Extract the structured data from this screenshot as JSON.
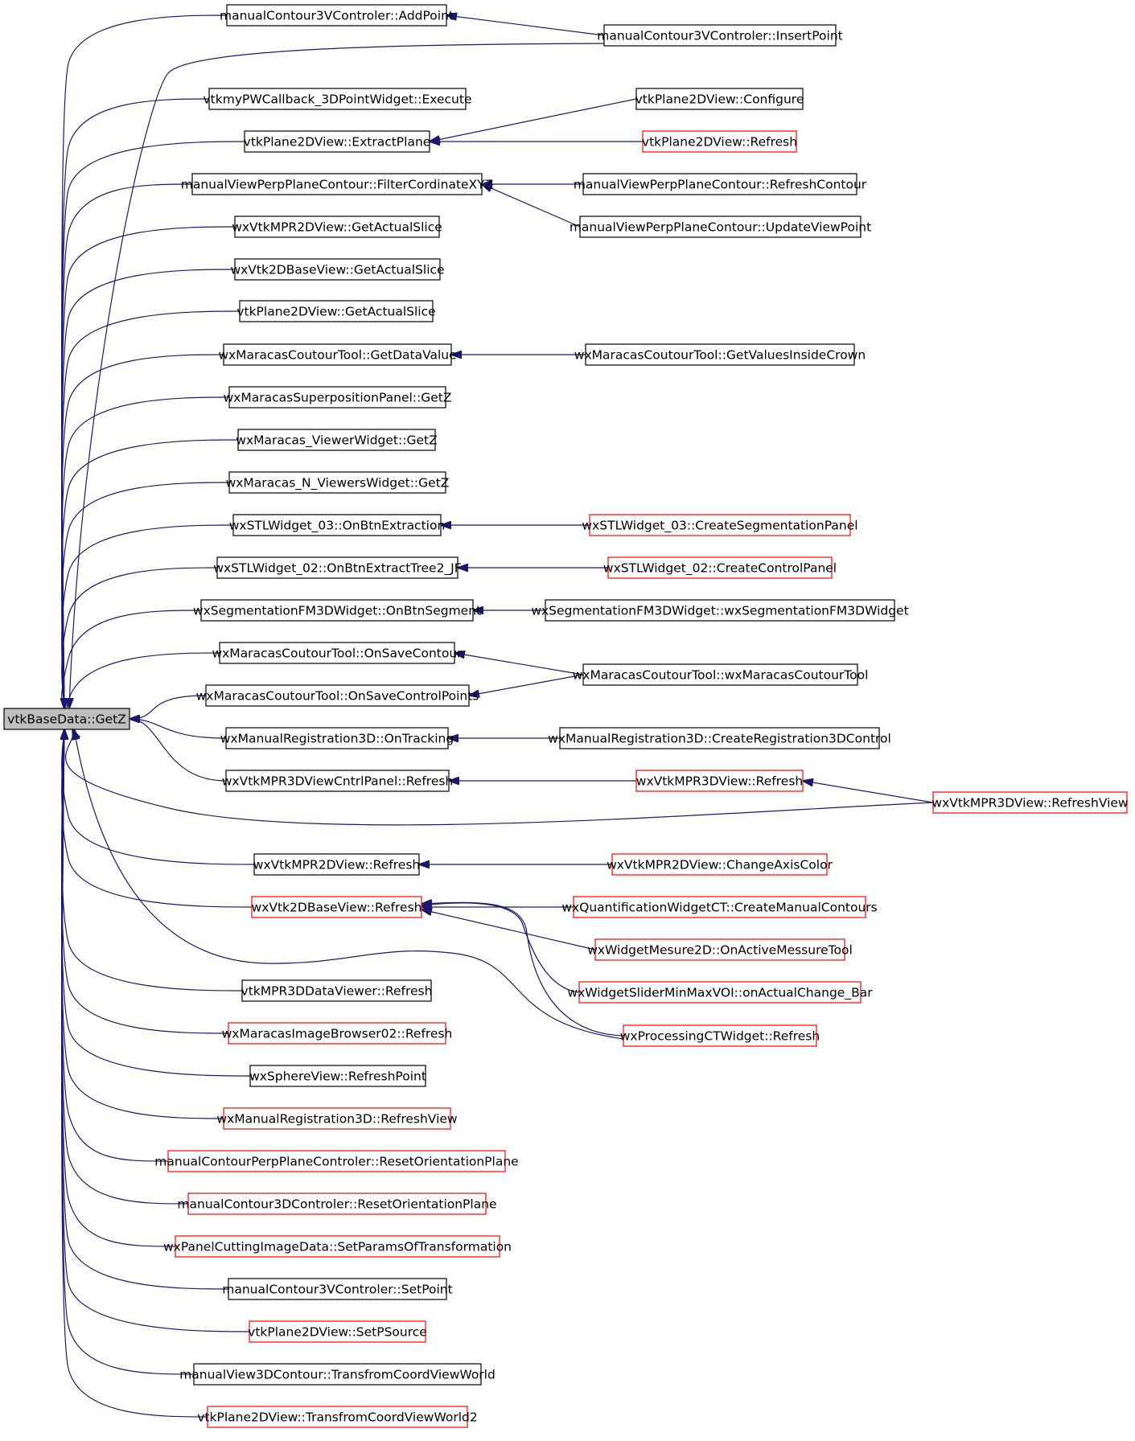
{
  "colors": {
    "edge": "#191970",
    "normal_border": "#000000",
    "truncated_border": "#ff0000",
    "root_fill": "#bfbfbf",
    "background": "#ffffff"
  },
  "graph": {
    "root": "vtkBaseData::GetZ",
    "nodes": [
      {
        "id": "root",
        "label": "vtkBaseData::GetZ",
        "style": "root"
      },
      {
        "id": "n1",
        "label": "manualContour3VControler::AddPoint",
        "style": "normal"
      },
      {
        "id": "n2",
        "label": "vtkmyPWCallback_3DPointWidget::Execute",
        "style": "normal"
      },
      {
        "id": "n3",
        "label": "vtkPlane2DView::ExtractPlane",
        "style": "normal"
      },
      {
        "id": "n4",
        "label": "manualViewPerpPlaneContour::FilterCordinateXYZ",
        "style": "normal"
      },
      {
        "id": "n5",
        "label": "wxVtkMPR2DView::GetActualSlice",
        "style": "normal"
      },
      {
        "id": "n6",
        "label": "wxVtk2DBaseView::GetActualSlice",
        "style": "normal"
      },
      {
        "id": "n7",
        "label": "vtkPlane2DView::GetActualSlice",
        "style": "normal"
      },
      {
        "id": "n8",
        "label": "wxMaracasCoutourTool::GetDataValue",
        "style": "normal"
      },
      {
        "id": "n9",
        "label": "wxMaracasSuperpositionPanel::GetZ",
        "style": "normal"
      },
      {
        "id": "n10",
        "label": "wxMaracas_ViewerWidget::GetZ",
        "style": "normal"
      },
      {
        "id": "n11",
        "label": "wxMaracas_N_ViewersWidget::GetZ",
        "style": "normal"
      },
      {
        "id": "n12",
        "label": "wxSTLWidget_03::OnBtnExtraction",
        "style": "normal"
      },
      {
        "id": "n13",
        "label": "wxSTLWidget_02::OnBtnExtractTree2_JF",
        "style": "normal"
      },
      {
        "id": "n14",
        "label": "wxSegmentationFM3DWidget::OnBtnSegment",
        "style": "normal"
      },
      {
        "id": "n15",
        "label": "wxMaracasCoutourTool::OnSaveContour",
        "style": "normal"
      },
      {
        "id": "n16",
        "label": "wxMaracasCoutourTool::OnSaveControlPoints",
        "style": "normal"
      },
      {
        "id": "n17",
        "label": "wxManualRegistration3D::OnTracking",
        "style": "normal"
      },
      {
        "id": "n18",
        "label": "wxVtkMPR3DViewCntrlPanel::Refresh",
        "style": "normal"
      },
      {
        "id": "n19",
        "label": "wxVtkMPR2DView::Refresh",
        "style": "normal"
      },
      {
        "id": "n20",
        "label": "wxVtk2DBaseView::Refresh",
        "style": "red"
      },
      {
        "id": "n21",
        "label": "vtkMPR3DDataViewer::Refresh",
        "style": "normal"
      },
      {
        "id": "n22",
        "label": "wxMaracasImageBrowser02::Refresh",
        "style": "red"
      },
      {
        "id": "n23",
        "label": "wxSphereView::RefreshPoint",
        "style": "normal"
      },
      {
        "id": "n24",
        "label": "wxManualRegistration3D::RefreshView",
        "style": "red"
      },
      {
        "id": "n25",
        "label": "manualContourPerpPlaneControler::ResetOrientationPlane",
        "style": "red"
      },
      {
        "id": "n26",
        "label": "manualContour3DControler::ResetOrientationPlane",
        "style": "red"
      },
      {
        "id": "n27",
        "label": "wxPanelCuttingImageData::SetParamsOfTransformation",
        "style": "red"
      },
      {
        "id": "n28",
        "label": "manualContour3VControler::SetPoint",
        "style": "normal"
      },
      {
        "id": "n29",
        "label": "vtkPlane2DView::SetPSource",
        "style": "red"
      },
      {
        "id": "n30",
        "label": "manualView3DContour::TransfromCoordViewWorld",
        "style": "normal"
      },
      {
        "id": "n31",
        "label": "vtkPlane2DView::TransfromCoordViewWorld2",
        "style": "red"
      },
      {
        "id": "m1",
        "label": "manualContour3VControler::InsertPoint",
        "style": "normal"
      },
      {
        "id": "m2",
        "label": "vtkPlane2DView::Configure",
        "style": "normal"
      },
      {
        "id": "m3",
        "label": "vtkPlane2DView::Refresh",
        "style": "red"
      },
      {
        "id": "m4",
        "label": "manualViewPerpPlaneContour::RefreshContour",
        "style": "normal"
      },
      {
        "id": "m5",
        "label": "manualViewPerpPlaneContour::UpdateViewPoint",
        "style": "normal"
      },
      {
        "id": "m6",
        "label": "wxMaracasCoutourTool::GetValuesInsideCrown",
        "style": "normal"
      },
      {
        "id": "m7",
        "label": "wxSTLWidget_03::CreateSegmentationPanel",
        "style": "red"
      },
      {
        "id": "m8",
        "label": "wxSTLWidget_02::CreateControlPanel",
        "style": "red"
      },
      {
        "id": "m9",
        "label": "wxSegmentationFM3DWidget::wxSegmentationFM3DWidget",
        "style": "normal"
      },
      {
        "id": "m10",
        "label": "wxMaracasCoutourTool::wxMaracasCoutourTool",
        "style": "normal"
      },
      {
        "id": "m11",
        "label": "wxManualRegistration3D::CreateRegistration3DControl",
        "style": "normal"
      },
      {
        "id": "m12",
        "label": "wxVtkMPR3DView::Refresh",
        "style": "red"
      },
      {
        "id": "m13",
        "label": "wxVtkMPR2DView::ChangeAxisColor",
        "style": "red"
      },
      {
        "id": "m14",
        "label": "wxQuantificationWidgetCT::CreateManualContours",
        "style": "red"
      },
      {
        "id": "m15",
        "label": "wxWidgetMesure2D::OnActiveMessureTool",
        "style": "red"
      },
      {
        "id": "m16",
        "label": "wxWidgetSliderMinMaxVOI::onActualChange_Bar",
        "style": "red"
      },
      {
        "id": "m17",
        "label": "wxProcessingCTWidget::Refresh",
        "style": "red"
      },
      {
        "id": "r1",
        "label": "wxVtkMPR3DView::RefreshView",
        "style": "red"
      }
    ],
    "edges": [
      {
        "from": "n1",
        "to": "root"
      },
      {
        "from": "n2",
        "to": "root"
      },
      {
        "from": "n3",
        "to": "root"
      },
      {
        "from": "n4",
        "to": "root"
      },
      {
        "from": "n5",
        "to": "root"
      },
      {
        "from": "n6",
        "to": "root"
      },
      {
        "from": "n7",
        "to": "root"
      },
      {
        "from": "n8",
        "to": "root"
      },
      {
        "from": "n9",
        "to": "root"
      },
      {
        "from": "n10",
        "to": "root"
      },
      {
        "from": "n11",
        "to": "root"
      },
      {
        "from": "n12",
        "to": "root"
      },
      {
        "from": "n13",
        "to": "root"
      },
      {
        "from": "n14",
        "to": "root"
      },
      {
        "from": "n15",
        "to": "root"
      },
      {
        "from": "n16",
        "to": "root"
      },
      {
        "from": "n17",
        "to": "root"
      },
      {
        "from": "n18",
        "to": "root"
      },
      {
        "from": "n19",
        "to": "root"
      },
      {
        "from": "n20",
        "to": "root"
      },
      {
        "from": "n21",
        "to": "root"
      },
      {
        "from": "n22",
        "to": "root"
      },
      {
        "from": "n23",
        "to": "root"
      },
      {
        "from": "n24",
        "to": "root"
      },
      {
        "from": "n25",
        "to": "root"
      },
      {
        "from": "n26",
        "to": "root"
      },
      {
        "from": "n27",
        "to": "root"
      },
      {
        "from": "n28",
        "to": "root"
      },
      {
        "from": "n29",
        "to": "root"
      },
      {
        "from": "n30",
        "to": "root"
      },
      {
        "from": "n31",
        "to": "root"
      },
      {
        "from": "m1",
        "to": "root"
      },
      {
        "from": "m1",
        "to": "n1"
      },
      {
        "from": "m2",
        "to": "n3"
      },
      {
        "from": "m3",
        "to": "n3"
      },
      {
        "from": "m4",
        "to": "n4"
      },
      {
        "from": "m5",
        "to": "n4"
      },
      {
        "from": "m6",
        "to": "n8"
      },
      {
        "from": "m7",
        "to": "n12"
      },
      {
        "from": "m8",
        "to": "n13"
      },
      {
        "from": "m9",
        "to": "n14"
      },
      {
        "from": "m10",
        "to": "n15"
      },
      {
        "from": "m10",
        "to": "n16"
      },
      {
        "from": "m11",
        "to": "n17"
      },
      {
        "from": "m12",
        "to": "n18"
      },
      {
        "from": "r1",
        "to": "m12"
      },
      {
        "from": "r1",
        "to": "root"
      },
      {
        "from": "m13",
        "to": "n19"
      },
      {
        "from": "m14",
        "to": "n20"
      },
      {
        "from": "m15",
        "to": "n20"
      },
      {
        "from": "m16",
        "to": "n20"
      },
      {
        "from": "m17",
        "to": "n20"
      },
      {
        "from": "m17",
        "to": "root"
      }
    ]
  }
}
